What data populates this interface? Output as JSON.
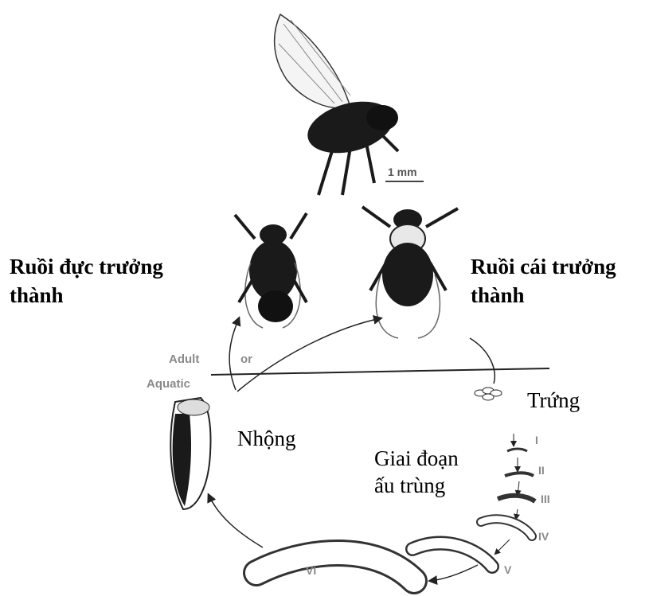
{
  "labels": {
    "male_adult_line1": "Ruồi  đực trưởng",
    "male_adult_line2": "thành",
    "female_adult_line1": "Ruồi cái trưởng",
    "female_adult_line2": "thành",
    "egg": "Trứng",
    "pupa": "Nhộng",
    "larva_line1": "Giai đoạn",
    "larva_line2": "ấu trùng",
    "adult_zone": "Adult",
    "or": "or",
    "aquatic_zone": "Aquatic",
    "scale_bar": "1 mm"
  },
  "instars": [
    "I",
    "II",
    "III",
    "IV",
    "V",
    "VI"
  ],
  "colors": {
    "text": "#000000",
    "faded_text": "#8a8a8a",
    "insect": "#1a1a1a"
  }
}
